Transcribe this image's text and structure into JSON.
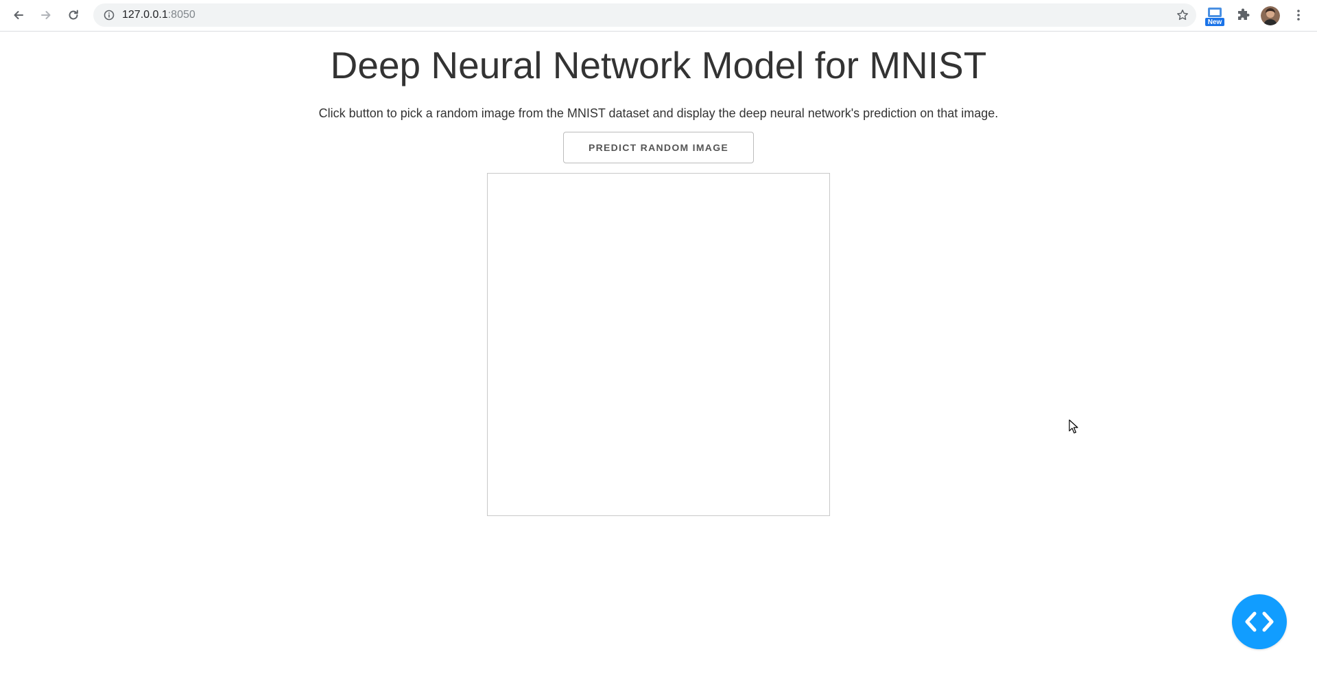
{
  "browser": {
    "url_host": "127.0.0.1",
    "url_port": ":8050",
    "extension_badge_label": "New"
  },
  "page": {
    "title": "Deep Neural Network Model for MNIST",
    "description": "Click button to pick a random image from the MNIST dataset and display the deep neural network's prediction on that image.",
    "predict_button_label": "PREDICT RANDOM IMAGE"
  },
  "icons": {
    "back": "arrow-left-icon",
    "forward": "arrow-right-icon",
    "reload": "reload-icon",
    "site_info": "info-icon",
    "bookmark": "star-icon",
    "extension_new": "new-extension-icon",
    "extensions": "puzzle-icon",
    "menu": "kebab-menu-icon",
    "devtools": "code-brackets-icon"
  },
  "colors": {
    "devtools_accent": "#119dff",
    "badge_blue": "#1a73e8"
  }
}
